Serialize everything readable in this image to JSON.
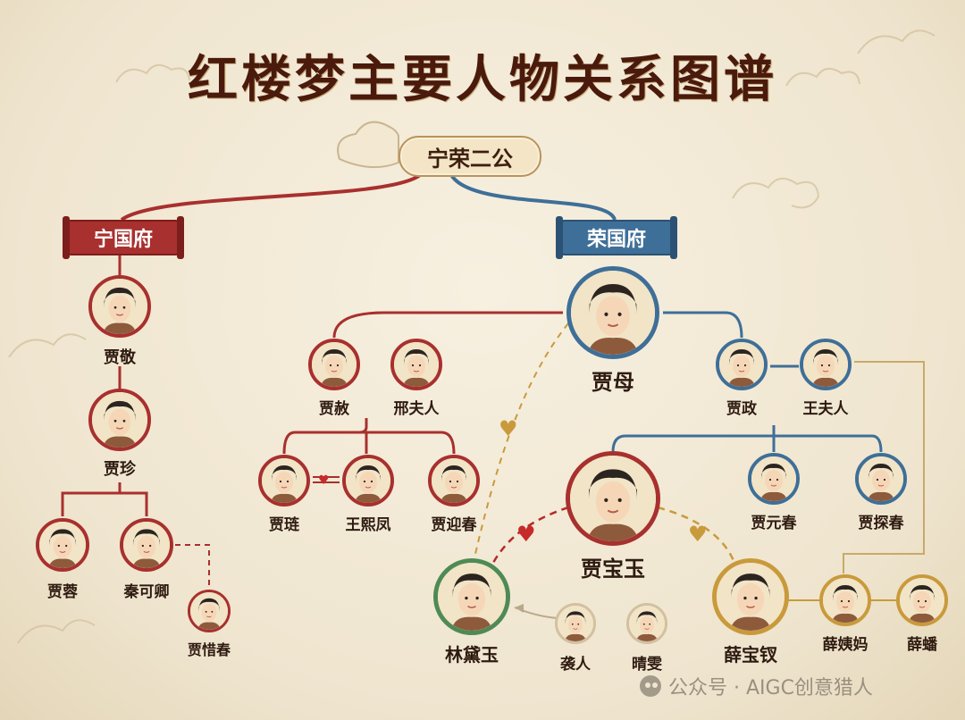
{
  "title": "红楼梦主要人物关系图谱",
  "root": {
    "label": "宁荣二公"
  },
  "houses": {
    "ning": "宁国府",
    "rong": "荣国府"
  },
  "people": {
    "jiajing": "贾敬",
    "jiazhen": "贾珍",
    "jiarong": "贾蓉",
    "qinkeqing": "秦可卿",
    "jiaxichun": "贾惜春",
    "jiamu": "贾母",
    "jiashe": "贾赦",
    "xingfuren": "邢夫人",
    "jialian": "贾琏",
    "wangxifeng": "王熙凤",
    "jiayingchun": "贾迎春",
    "jiazheng": "贾政",
    "wangfuren": "王夫人",
    "jiayuanchun": "贾元春",
    "jiatanchun": "贾探春",
    "jiabaoyu": "贾宝玉",
    "lindaiyu": "林黛玉",
    "xiren": "袭人",
    "qingwen": "晴雯",
    "xuebaochai": "薛宝钗",
    "xueyima": "薛姨妈",
    "xuepan": "薛蟠"
  },
  "watermark": "公众号 · AIGC创意猎人",
  "colors": {
    "ning": "#a8302e",
    "rong": "#3e6f98",
    "gold": "#c99a3c",
    "green": "#4f8a55",
    "title": "#4a1a0c"
  }
}
